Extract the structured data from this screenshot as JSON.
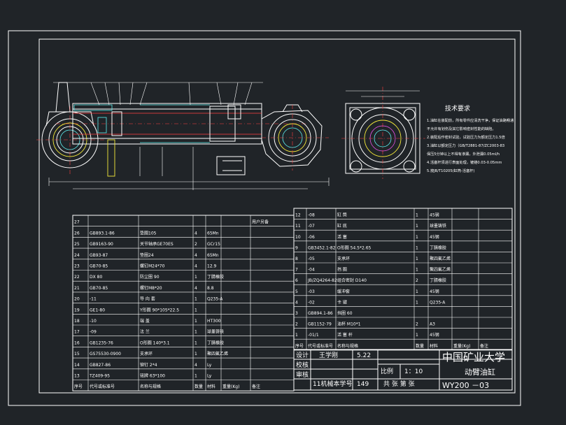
{
  "title_block": {
    "school": "中国矿业大学",
    "part_name": "动臂油缸",
    "drawing_no": "WY200 －03",
    "scale_label": "比例",
    "scale_value": "1：10",
    "rows": [
      {
        "label": "设计",
        "name": "王学刚",
        "date": "5.22"
      },
      {
        "label": "校核",
        "name": "",
        "date": ""
      },
      {
        "label": "审核",
        "name": "11机械本学号",
        "date": "149"
      }
    ],
    "sheets": "共 张 第 张"
  },
  "tech_requirements": {
    "heading": "技术要求",
    "lines": [
      "1.油缸在装配前，所有零件应清洗干净，保证油路畅通",
      "   不允许有划伤及其它影响密封性能的缺陷。",
      "2.装配后作密封试验，试验压力为额定压力1.5倍",
      "3.油缸以额定压力（GB/T2881-87/ZC2003-83",
      "   保压5分钟以上不得有渗漏，外泄漏0.05ml/h",
      "4.活塞杆须进行表面处理，镀铬0.03-0.05mm",
      "5.按JB/T10205(缸筒-活塞杆)"
    ]
  },
  "bom_left": {
    "header": {
      "no": "序号",
      "code": "代号或标准号",
      "name": "名称与规格",
      "qty": "数量",
      "material": "材料",
      "weight": "重量(Kg)",
      "note": "备注"
    },
    "rows": [
      {
        "no": "27",
        "code": "",
        "name": "",
        "qty": "",
        "material": "",
        "note": "用户另备"
      },
      {
        "no": "26",
        "code": "GB893.1-86",
        "name": "垫圈105",
        "qty": "4",
        "material": "65Mn",
        "note": ""
      },
      {
        "no": "25",
        "code": "GB9163-90",
        "name": "关节轴承GE70ES",
        "qty": "2",
        "material": "GCr15",
        "note": ""
      },
      {
        "no": "24",
        "code": "GB93-87",
        "name": "垫圈24",
        "qty": "4",
        "material": "65Mn",
        "note": ""
      },
      {
        "no": "23",
        "code": "GB70-85",
        "name": "螺钉M24*70",
        "qty": "4",
        "material": "12.9",
        "note": ""
      },
      {
        "no": "22",
        "code": "DX 80",
        "name": "防尘圈 90",
        "qty": "1",
        "material": "丁腈橡胶",
        "note": ""
      },
      {
        "no": "21",
        "code": "GB70-85",
        "name": "螺钉M8*20",
        "qty": "4",
        "material": "8.8",
        "note": ""
      },
      {
        "no": "20",
        "code": "-11",
        "name": "导 向 套",
        "qty": "1",
        "material": "Q235-A",
        "note": ""
      },
      {
        "no": "19",
        "code": "GE1-80",
        "name": "Y形圈 90*105*22.5",
        "qty": "1",
        "material": "",
        "note": ""
      },
      {
        "no": "18",
        "code": "-10",
        "name": "端 盖",
        "qty": "1",
        "material": "HT300",
        "note": ""
      },
      {
        "no": "17",
        "code": "-09",
        "name": "法 兰",
        "qty": "1",
        "material": "球墨铸铁",
        "note": ""
      },
      {
        "no": "16",
        "code": "GB1235-76",
        "name": "O形圈 140*3.1",
        "qty": "1",
        "material": "丁腈橡胶",
        "note": ""
      },
      {
        "no": "15",
        "code": "GS75530-0900",
        "name": "支承环",
        "qty": "1",
        "material": "聚四氟乙烯",
        "note": ""
      },
      {
        "no": "14",
        "code": "GB827-86",
        "name": "铆钉 2*4",
        "qty": "4",
        "material": "Ly",
        "note": ""
      },
      {
        "no": "13",
        "code": "TZ409-95",
        "name": "铭牌 63*100",
        "qty": "1",
        "material": "Ly",
        "note": ""
      }
    ]
  },
  "bom_right": {
    "header": {
      "no": "序号",
      "code": "代号或标准号",
      "name": "名称与规格",
      "qty": "数量",
      "material": "材料",
      "weight": "重量(Kg)",
      "note": "备注"
    },
    "rows": [
      {
        "no": "12",
        "code": "-08",
        "name": "缸 筒",
        "qty": "1",
        "material": "45钢"
      },
      {
        "no": "11",
        "code": "-07",
        "name": "缸 底",
        "qty": "1",
        "material": "球墨铸铁"
      },
      {
        "no": "10",
        "code": "-06",
        "name": "活 塞",
        "qty": "1",
        "material": "45钢"
      },
      {
        "no": "9",
        "code": "GB3452.1-82",
        "name": "O形圈 54.5*2.65",
        "qty": "1",
        "material": "丁腈橡胶"
      },
      {
        "no": "8",
        "code": "-05",
        "name": "支承环",
        "qty": "1",
        "material": "聚四氟乙烯"
      },
      {
        "no": "7",
        "code": "-04",
        "name": "挡 圈",
        "qty": "1",
        "material": "聚四氟乙烯"
      },
      {
        "no": "6",
        "code": "JB/ZQ4264-82",
        "name": "组合密封 D140",
        "qty": "2",
        "material": "丁腈橡胶"
      },
      {
        "no": "5",
        "code": "-03",
        "name": "缓冲套",
        "qty": "1",
        "material": "45钢"
      },
      {
        "no": "4",
        "code": "-02",
        "name": "卡 键",
        "qty": "1",
        "material": "Q235-A"
      },
      {
        "no": "3",
        "code": "GB894.1-86",
        "name": "挡圈 60",
        "qty": "",
        "material": ""
      },
      {
        "no": "2",
        "code": "GB1152-79",
        "name": "油杯 M10*1",
        "qty": "2",
        "material": "A3"
      },
      {
        "no": "1",
        "code": "-01/1",
        "name": "活 塞 杆",
        "qty": "1",
        "material": "45钢"
      }
    ]
  },
  "colors": {
    "background": "#202428",
    "line": "#ffffff",
    "cyan": "#5ff3f3",
    "red": "#ff4040",
    "yellow": "#f5ea3a",
    "magenta": "#ff58ff"
  }
}
